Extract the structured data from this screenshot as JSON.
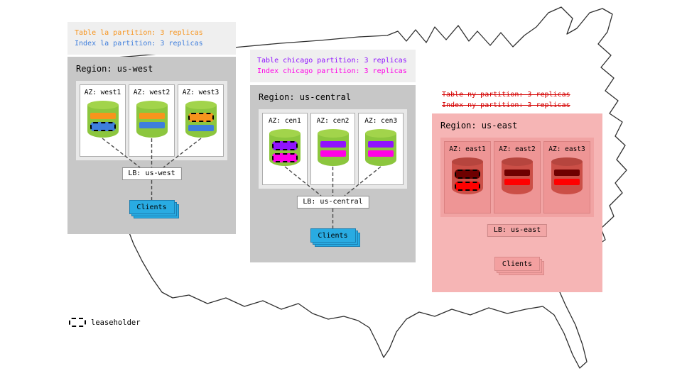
{
  "legend": {
    "label": "leaseholder"
  },
  "annotations": {
    "west": {
      "lines": [
        {
          "text": "Table la partition: 3 replicas",
          "color": "#F7941D",
          "strikethrough": false
        },
        {
          "text": "Index la partition: 3 replicas",
          "color": "#3E7EDC",
          "strikethrough": false
        }
      ]
    },
    "central": {
      "lines": [
        {
          "text": "Table chicago partition: 3 replicas",
          "color": "#9013FE",
          "strikethrough": false
        },
        {
          "text": "Index chicago partition: 3 replicas",
          "color": "#FF00E6",
          "strikethrough": false
        }
      ]
    },
    "east": {
      "lines": [
        {
          "text": "Table ny partition: 3 replicas",
          "color": "#D40000",
          "strikethrough": true
        },
        {
          "text": "Index ny partition: 3 replicas",
          "color": "#D40000",
          "strikethrough": true
        }
      ]
    }
  },
  "regions": [
    {
      "title": "Region: us-west",
      "lb_label": "LB: us-west",
      "clients_label": "Clients",
      "cylinder_color": "#8CC63E",
      "clients_color": "#29ABE2",
      "azs": [
        {
          "label": "AZ: west1",
          "stripes": [
            {
              "name": "table-la-replica",
              "color": "#F7941D",
              "leaseholder": false
            },
            {
              "name": "index-la-replica",
              "color": "#3E7EDC",
              "leaseholder": true
            }
          ]
        },
        {
          "label": "AZ: west2",
          "stripes": [
            {
              "name": "table-la-replica",
              "color": "#F7941D",
              "leaseholder": false
            },
            {
              "name": "index-la-replica",
              "color": "#3E7EDC",
              "leaseholder": false
            }
          ]
        },
        {
          "label": "AZ: west3",
          "stripes": [
            {
              "name": "table-la-replica",
              "color": "#F7941D",
              "leaseholder": true
            },
            {
              "name": "index-la-replica",
              "color": "#3E7EDC",
              "leaseholder": false
            }
          ]
        }
      ]
    },
    {
      "title": "Region: us-central",
      "lb_label": "LB: us-central",
      "clients_label": "Clients",
      "cylinder_color": "#8CC63E",
      "clients_color": "#29ABE2",
      "azs": [
        {
          "label": "AZ: cen1",
          "stripes": [
            {
              "name": "table-chicago-replica",
              "color": "#9013FE",
              "leaseholder": true
            },
            {
              "name": "index-chicago-replica",
              "color": "#FF00E6",
              "leaseholder": true
            }
          ]
        },
        {
          "label": "AZ: cen2",
          "stripes": [
            {
              "name": "table-chicago-replica",
              "color": "#9013FE",
              "leaseholder": false
            },
            {
              "name": "index-chicago-replica",
              "color": "#FF00E6",
              "leaseholder": false
            }
          ]
        },
        {
          "label": "AZ: cen3",
          "stripes": [
            {
              "name": "table-chicago-replica",
              "color": "#9013FE",
              "leaseholder": false
            },
            {
              "name": "index-chicago-replica",
              "color": "#FF00E6",
              "leaseholder": false
            }
          ]
        }
      ]
    },
    {
      "title": "Region: us-east",
      "lb_label": "LB: us-east",
      "clients_label": "Clients",
      "cylinder_color": "#CB4F47",
      "clients_color": "#F3A0A0",
      "azs": [
        {
          "label": "AZ: east1",
          "stripes": [
            {
              "name": "table-ny-replica",
              "color": "#6E0000",
              "leaseholder": true
            },
            {
              "name": "index-ny-replica",
              "color": "#FF0000",
              "leaseholder": true
            }
          ]
        },
        {
          "label": "AZ: east2",
          "stripes": [
            {
              "name": "table-ny-replica",
              "color": "#6E0000",
              "leaseholder": false
            },
            {
              "name": "index-ny-replica",
              "color": "#FF0000",
              "leaseholder": false
            }
          ]
        },
        {
          "label": "AZ: east3",
          "stripes": [
            {
              "name": "table-ny-replica",
              "color": "#6E0000",
              "leaseholder": false
            },
            {
              "name": "index-ny-replica",
              "color": "#FF0000",
              "leaseholder": false
            }
          ]
        }
      ]
    }
  ]
}
